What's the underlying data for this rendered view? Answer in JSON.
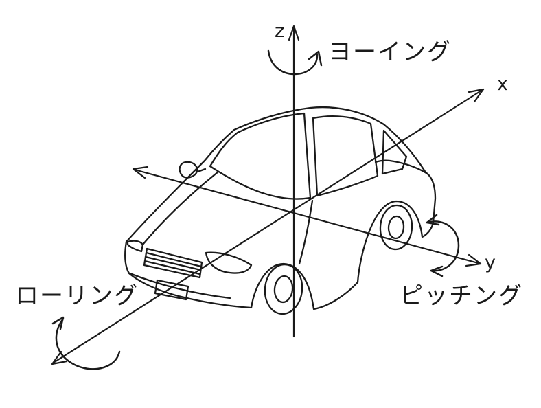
{
  "diagram": {
    "axes": {
      "z": {
        "label": "z"
      },
      "x": {
        "label": "x"
      },
      "y": {
        "label": "y"
      }
    },
    "rotations": {
      "yaw": {
        "label": "ヨーイング",
        "about_axis": "z"
      },
      "roll": {
        "label": "ローリング",
        "about_axis": "x"
      },
      "pitch": {
        "label": "ピッチング",
        "about_axis": "y"
      }
    },
    "colors": {
      "ink": "#1a1a1a",
      "background": "#ffffff"
    }
  }
}
